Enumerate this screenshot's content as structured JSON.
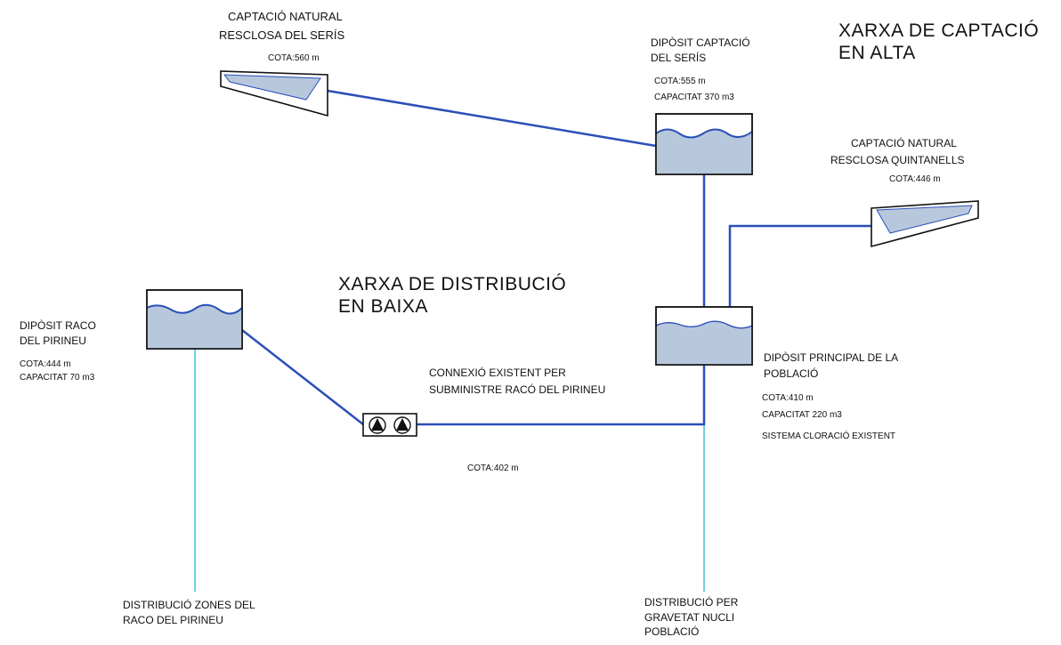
{
  "titles": {
    "alta": [
      "XARXA DE CAPTACIÓ",
      "EN ALTA"
    ],
    "baixa": [
      "XARXA DE DISTRIBUCIÓ",
      "EN BAIXA"
    ]
  },
  "captacio_seris": {
    "lines": [
      "CAPTACIÓ NATURAL",
      "RESCLOSA DEL SERÍS"
    ],
    "cota": "COTA:560 m"
  },
  "diposit_seris": {
    "lines": [
      "DIPÒSIT CAPTACIÓ",
      "DEL SERÍS"
    ],
    "cota": "COTA:555 m",
    "capacitat": "CAPACITAT 370 m3"
  },
  "captacio_quintanells": {
    "lines": [
      "CAPTACIÓ NATURAL",
      "RESCLOSA QUINTANELLS"
    ],
    "cota": "COTA:446 m"
  },
  "diposit_raco": {
    "lines": [
      "DIPÒSIT RACO",
      "DEL PIRINEU"
    ],
    "cota": "COTA:444 m",
    "capacitat": "CAPACITAT 70 m3"
  },
  "diposit_principal": {
    "lines": [
      "DIPÒSIT PRINCIPAL DE LA",
      "POBLACIÓ"
    ],
    "cota": "COTA:410 m",
    "capacitat": "CAPACITAT 220 m3",
    "sistema": "SISTEMA CLORACIÓ EXISTENT"
  },
  "connexio": {
    "lines": [
      "CONNEXIÓ EXISTENT PER",
      "SUBMINISTRE RACÓ DEL PIRINEU"
    ]
  },
  "bombes": {
    "cota": "COTA:402 m"
  },
  "distribucio_raco": {
    "lines": [
      "DISTRIBUCIÓ ZONES DEL",
      "RACO DEL PIRINEU"
    ]
  },
  "distribucio_nucli": {
    "lines": [
      "DISTRIBUCIÓ PER",
      "GRAVETAT NUCLI",
      "POBLACIÓ"
    ]
  },
  "colors": {
    "pipe_main": "#2a4fb8",
    "pipe_distribution": "#6fd0e0",
    "water_fill": "#b8c8dc",
    "water_surface": "#2a4fb8",
    "outline": "#111111"
  }
}
